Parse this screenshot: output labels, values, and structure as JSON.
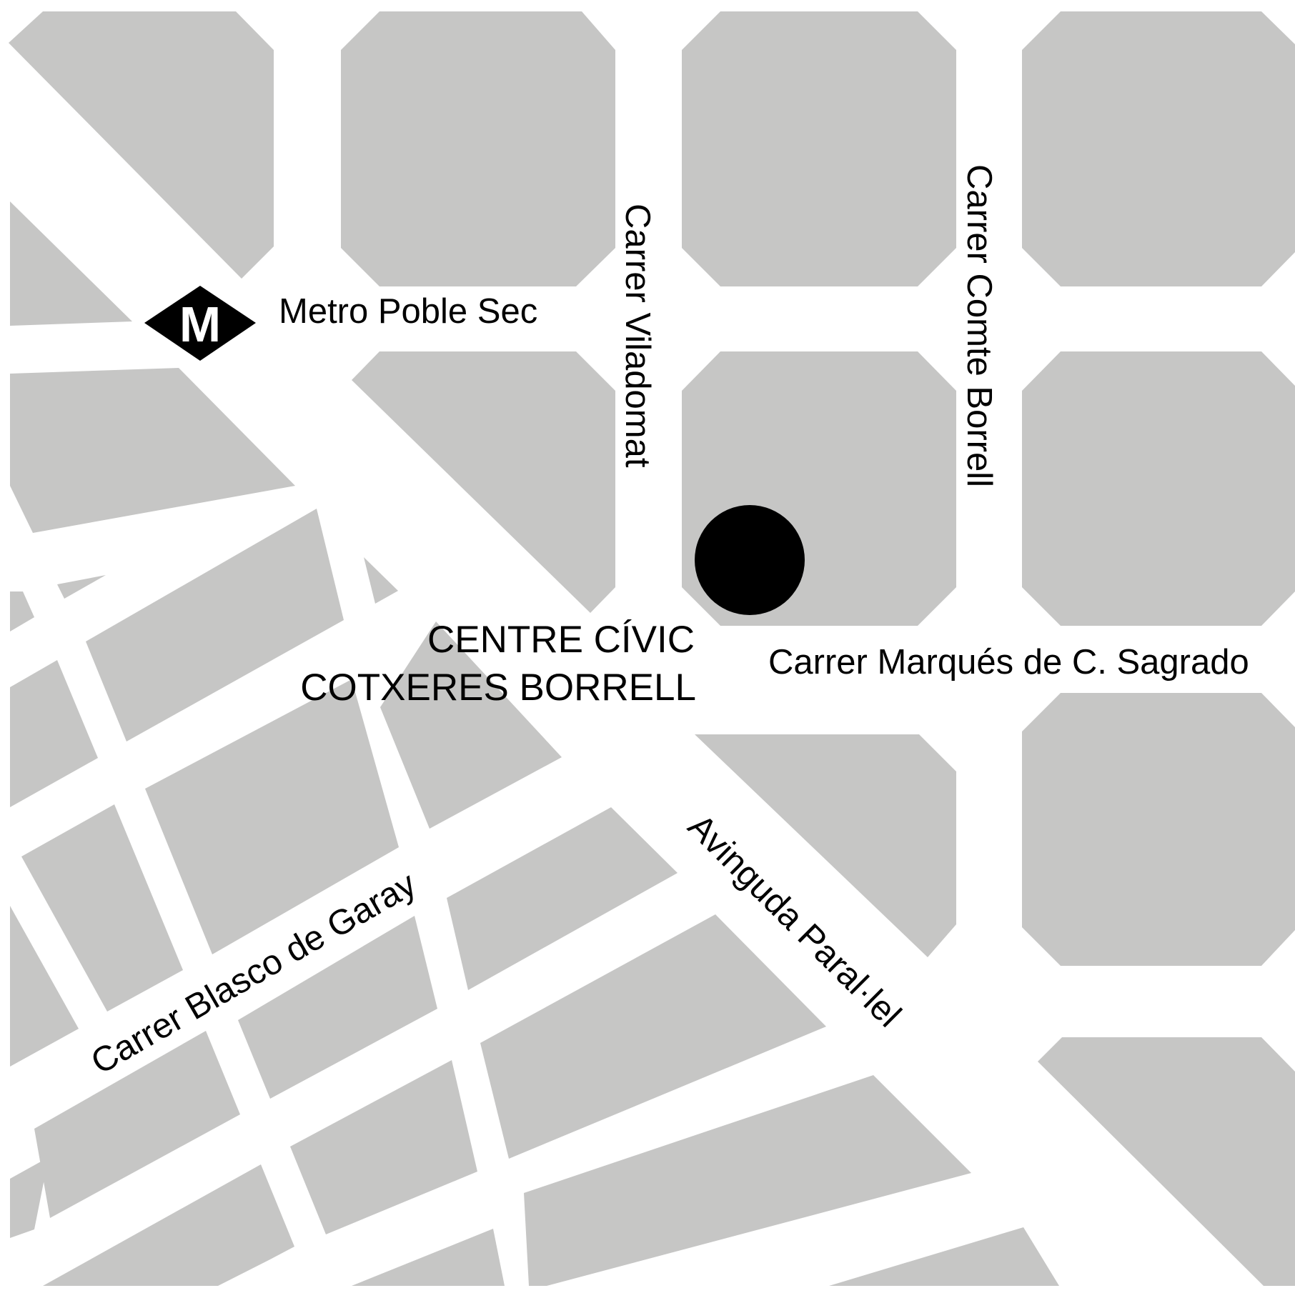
{
  "map": {
    "colors": {
      "background": "#ffffff",
      "block": "#c6c6c5",
      "marker": "#000000",
      "text": "#000000"
    },
    "metro": {
      "icon": "metro-diamond-icon",
      "letter": "M",
      "label": "Metro Poble Sec"
    },
    "venue": {
      "icon": "location-dot-icon",
      "line1": "CENTRE CÍVIC",
      "line2": "COTXERES BORRELL"
    },
    "streets": {
      "viladomat": "Carrer Viladomat",
      "comte_borrell": "Carrer Comte Borrell",
      "marques": "Carrer Marqués de C. Sagrado",
      "paralel": "Avinguda Paral·lel",
      "blasco": "Carrer Blasco de Garay"
    }
  }
}
